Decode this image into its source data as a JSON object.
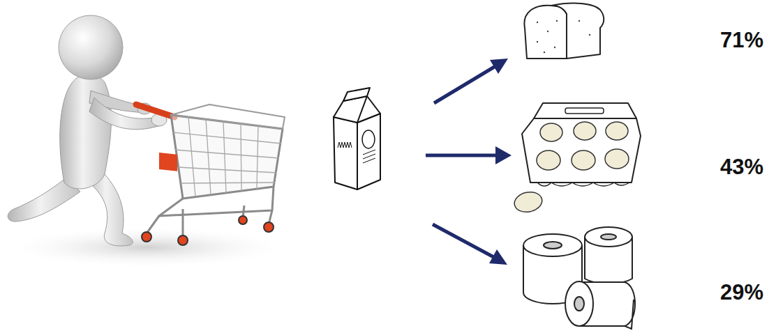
{
  "diagram": {
    "labels": [
      "71%",
      "43%",
      "29%"
    ]
  }
}
